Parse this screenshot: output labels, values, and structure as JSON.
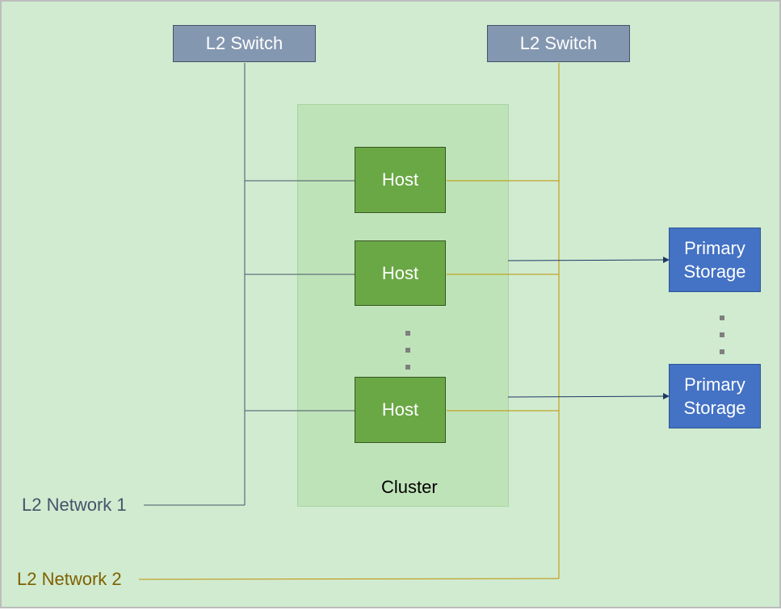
{
  "diagram": {
    "switches": [
      {
        "label": "L2 Switch"
      },
      {
        "label": "L2 Switch"
      }
    ],
    "hosts": [
      {
        "label": "Host"
      },
      {
        "label": "Host"
      },
      {
        "label": "Host"
      }
    ],
    "cluster_label": "Cluster",
    "storage": [
      {
        "line1": "Primary",
        "line2": "Storage"
      },
      {
        "line1": "Primary",
        "line2": "Storage"
      }
    ],
    "networks": [
      {
        "label": "L2 Network 1",
        "color": "#44546a"
      },
      {
        "label": "L2 Network 2",
        "color": "#7f6000"
      }
    ],
    "colors": {
      "background": "#d0ebd0",
      "cluster": "#bfe3b8",
      "switch": "#8497b0",
      "host": "#6aa845",
      "storage": "#4472c4",
      "network1_line": "#44546a",
      "network2_line": "#bf9000",
      "arrow": "#1f3864"
    }
  }
}
